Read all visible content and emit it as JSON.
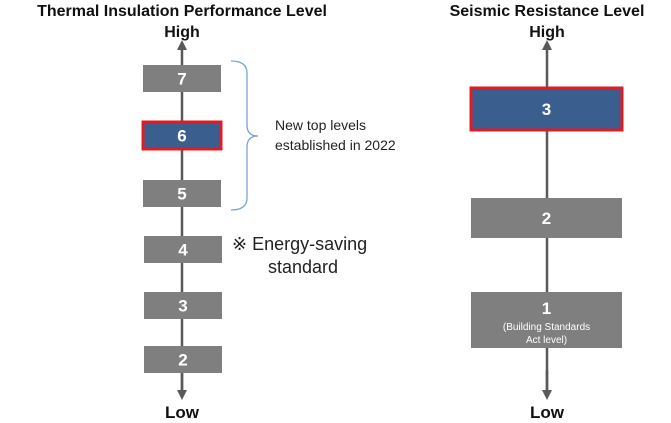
{
  "colors": {
    "box_gray": "#7f7f7f",
    "box_highlight": "#3a5f8f",
    "highlight_border": "#e01b24",
    "axis": "#595959",
    "brace": "#7aa3cf"
  },
  "thermal": {
    "title": "Thermal Insulation Performance Level",
    "high_label": "High",
    "low_label": "Low",
    "levels": [
      {
        "label": "7",
        "highlighted": false
      },
      {
        "label": "6",
        "highlighted": true
      },
      {
        "label": "5",
        "highlighted": false
      },
      {
        "label": "4",
        "highlighted": false
      },
      {
        "label": "3",
        "highlighted": false
      },
      {
        "label": "2",
        "highlighted": false
      }
    ],
    "brace_note_line1": "New top levels",
    "brace_note_line2": "established in 2022",
    "standard_note_line1": "※ Energy-saving",
    "standard_note_line2": "standard"
  },
  "seismic": {
    "title": "Seismic Resistance Level",
    "high_label": "High",
    "low_label": "Low",
    "levels": [
      {
        "label": "3",
        "highlighted": true
      },
      {
        "label": "2",
        "highlighted": false
      },
      {
        "label": "1",
        "highlighted": false,
        "sub_line1": "(Building Standards",
        "sub_line2": "Act level)"
      }
    ]
  }
}
